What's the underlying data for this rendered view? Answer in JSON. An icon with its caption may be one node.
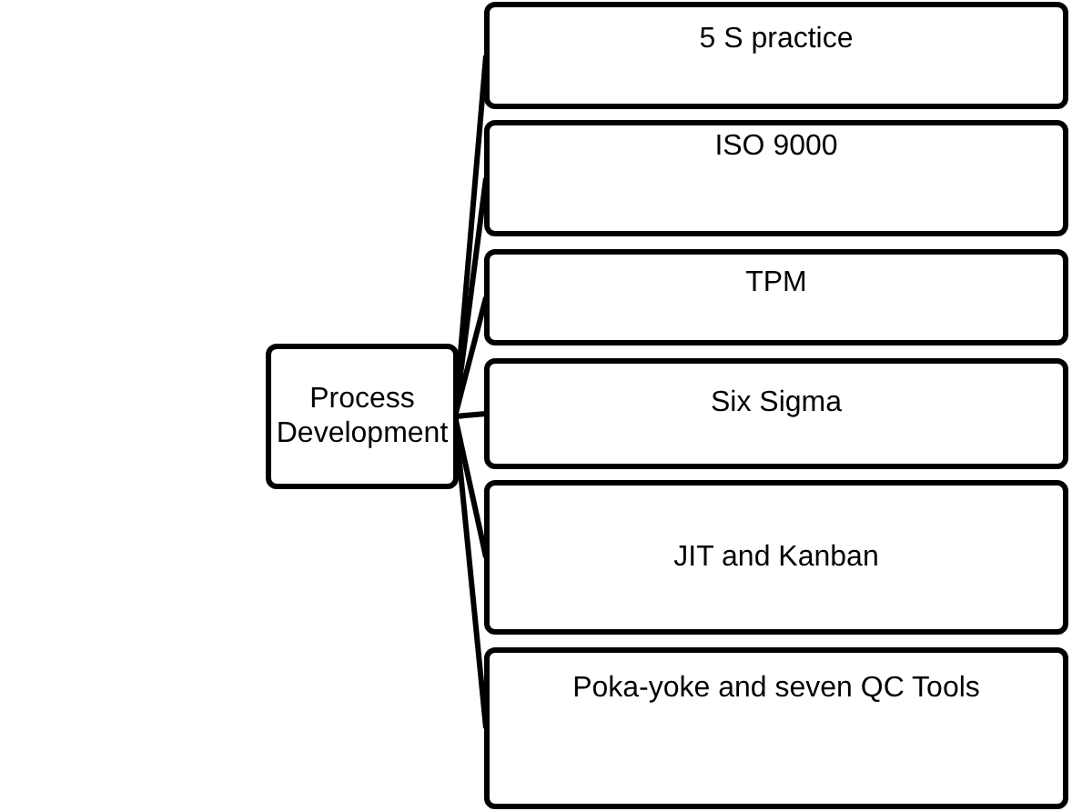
{
  "diagram": {
    "nodes": [
      {
        "text": [
          "Process Development"
        ]
      },
      {
        "text": [
          "5 S practice"
        ]
      },
      {
        "text": [
          "ISO 9000"
        ]
      },
      {
        "text": [
          "TPM"
        ]
      },
      {
        "text": [
          "Six Sigma"
        ]
      },
      {
        "text": [
          "JIT and Kanban"
        ]
      },
      {
        "text": [
          "Poka-yoke and seven QC Tools"
        ]
      }
    ],
    "edges": [
      {
        "from": 0,
        "to": 1,
        "arrow": "none"
      },
      {
        "from": 0,
        "to": 2,
        "arrow": "none"
      },
      {
        "from": 0,
        "to": 3,
        "arrow": "none"
      },
      {
        "from": 0,
        "to": 4,
        "arrow": "none"
      },
      {
        "from": 0,
        "to": 5,
        "arrow": "none"
      },
      {
        "from": 0,
        "to": 6,
        "arrow": "none"
      }
    ]
  }
}
